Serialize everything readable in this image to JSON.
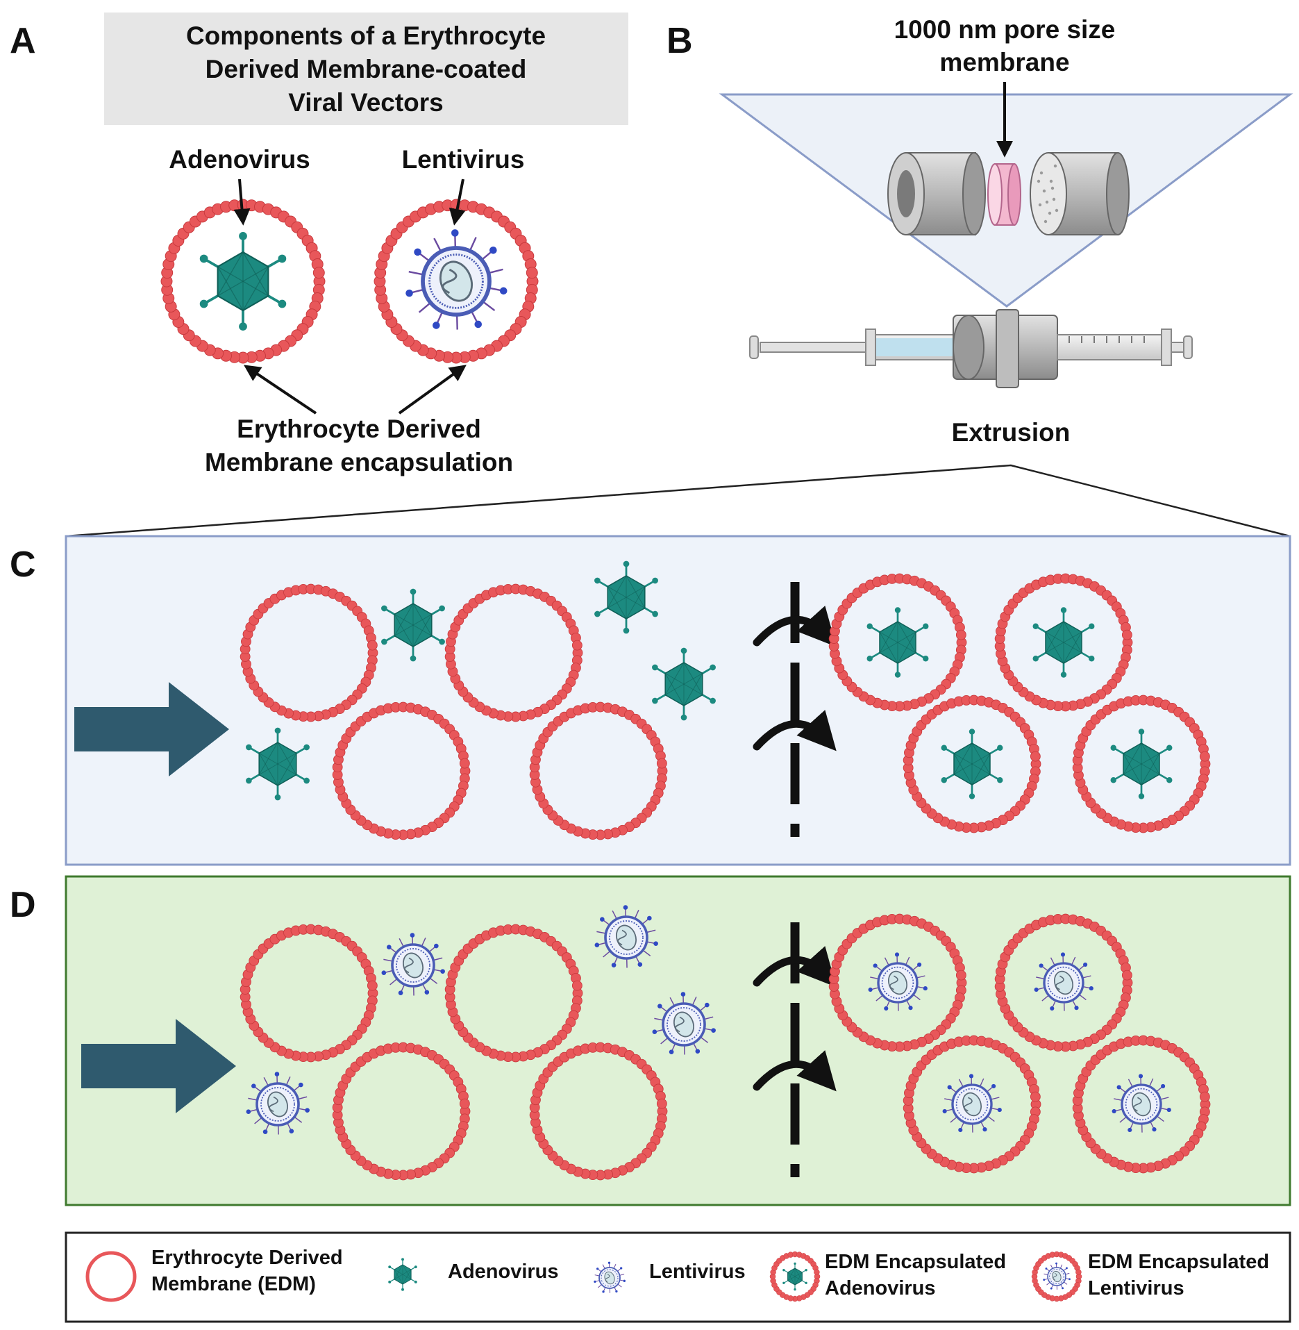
{
  "panels": {
    "A": {
      "letter": "A",
      "title_lines": [
        "Components of a Erythrocyte",
        "Derived Membrane-coated",
        "Viral Vectors"
      ],
      "adenovirus_label": "Adenovirus",
      "lentivirus_label": "Lentivirus",
      "membrane_label_lines": [
        "Erythrocyte Derived",
        "Membrane encapsulation"
      ]
    },
    "B": {
      "letter": "B",
      "membrane_label_lines": [
        "1000 nm pore size",
        "membrane"
      ],
      "extrusion_label": "Extrusion"
    },
    "C": {
      "letter": "C",
      "virus": "adenovirus"
    },
    "D": {
      "letter": "D",
      "virus": "lentivirus"
    }
  },
  "legend": {
    "items": [
      {
        "icon": "edm-ring-icon",
        "lines": [
          "Erythrocyte Derived",
          "Membrane (EDM)"
        ]
      },
      {
        "icon": "adenovirus-icon",
        "lines": [
          "Adenovirus"
        ]
      },
      {
        "icon": "lentivirus-icon",
        "lines": [
          "Lentivirus"
        ]
      },
      {
        "icon": "edm-adenovirus-icon",
        "lines": [
          "EDM Encapsulated",
          "Adenovirus"
        ]
      },
      {
        "icon": "edm-lentivirus-icon",
        "lines": [
          "EDM Encapsulated",
          "Lentivirus"
        ]
      }
    ]
  },
  "colors": {
    "membrane_bead": "#e8575a",
    "adenovirus": "#1c8a80",
    "lentivirus": "#4a5cb5",
    "arrow": "#2f5a6e",
    "panel_c_bg": "#eef3fa",
    "panel_d_bg": "#dff1d6",
    "title_box": "#e6e6e6"
  }
}
